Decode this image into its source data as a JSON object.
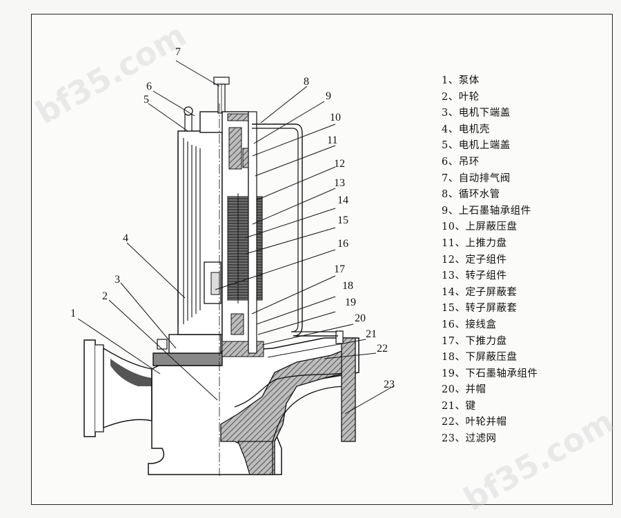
{
  "watermark_text": "bf35.com",
  "legend": [
    "1、泵体",
    "2、叶轮",
    "3、电机下端盖",
    "4、电机壳",
    "5、电机上端盖",
    "6、吊环",
    "7、自动排气阀",
    "8、循环水管",
    "9、上石墨轴承组件",
    "10、上屏蔽压盘",
    "11、上推力盘",
    "12、定子组件",
    "13、转子组件",
    "14、定子屏蔽套",
    "15、转子屏蔽套",
    "16、接线盒",
    "17、下推力盘",
    "18、下屏蔽压盘",
    "19、下石墨轴承组件",
    "20、并帽",
    "21、键",
    "22、叶轮并帽",
    "23、过滤网"
  ],
  "callouts": [
    "1",
    "2",
    "3",
    "4",
    "5",
    "6",
    "7",
    "8",
    "9",
    "10",
    "11",
    "12",
    "13",
    "14",
    "15",
    "16",
    "17",
    "18",
    "19",
    "20",
    "21",
    "22",
    "23"
  ]
}
